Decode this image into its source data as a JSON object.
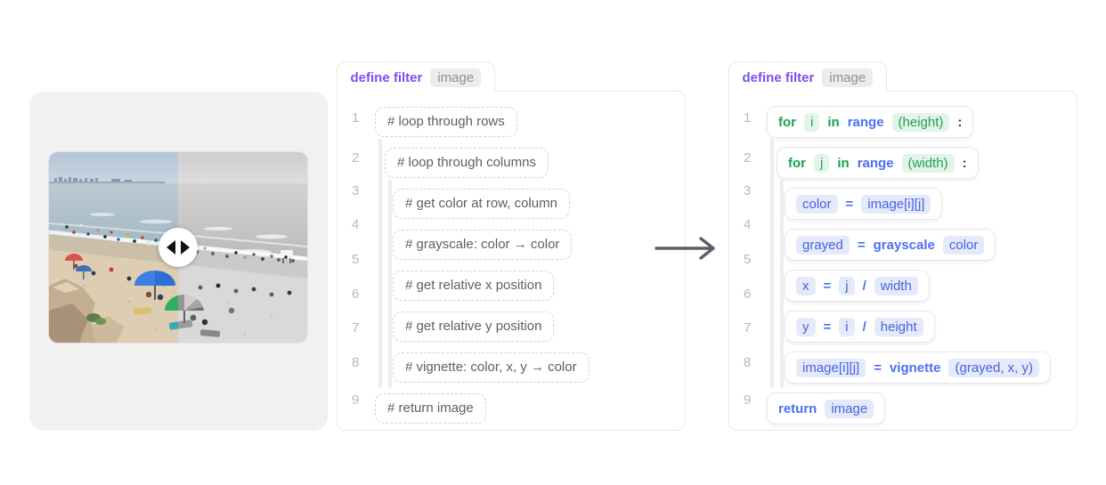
{
  "colors": {
    "accent_purple": "#7c4ef3",
    "keyword_green": "#18a24b",
    "code_blue": "#4c6ef5",
    "panel_border": "#e9e9ee",
    "comment_gray": "#5b6067",
    "preview_background": "#f1f1f2"
  },
  "image_compare": {
    "alt": "Beach photo shown in color on the left half and grayscale with vignette on the right half",
    "handle_icon": "compare-arrows-icon"
  },
  "arrow_icon": "right-arrow",
  "pseudocode_panel": {
    "tab": {
      "title": "define filter",
      "param": "image"
    },
    "line_numbers": [
      "1",
      "2",
      "3",
      "4",
      "5",
      "6",
      "7",
      "8",
      "9"
    ],
    "blocks": [
      {
        "text": "# loop through rows"
      },
      {
        "text": "# loop through columns"
      },
      {
        "text": "# get color at row, column"
      },
      {
        "text": "# grayscale: color → color"
      },
      {
        "text": "# get relative x position"
      },
      {
        "text": "# get relative y position"
      },
      {
        "text": "# vignette: color, x, y → color"
      },
      {
        "text": "# return image"
      }
    ]
  },
  "code_panel": {
    "tab": {
      "title": "define filter",
      "param": "image"
    },
    "line_numbers": [
      "1",
      "2",
      "3",
      "4",
      "5",
      "6",
      "7",
      "8",
      "9"
    ],
    "blocks": [
      {
        "tokens": [
          {
            "t": "for"
          },
          {
            "t": "i"
          },
          {
            "t": "in"
          },
          {
            "t": "range"
          },
          {
            "t": "(height)"
          },
          {
            "t": ":"
          }
        ]
      },
      {
        "tokens": [
          {
            "t": "for"
          },
          {
            "t": "j"
          },
          {
            "t": "in"
          },
          {
            "t": "range"
          },
          {
            "t": "(width)"
          },
          {
            "t": ":"
          }
        ]
      },
      {
        "tokens": [
          {
            "t": "color"
          },
          {
            "t": "="
          },
          {
            "t": "image[i][j]"
          }
        ]
      },
      {
        "tokens": [
          {
            "t": "grayed"
          },
          {
            "t": "="
          },
          {
            "t": "grayscale"
          },
          {
            "t": "color"
          }
        ]
      },
      {
        "tokens": [
          {
            "t": "x"
          },
          {
            "t": "="
          },
          {
            "t": "j"
          },
          {
            "t": "/"
          },
          {
            "t": "width"
          }
        ]
      },
      {
        "tokens": [
          {
            "t": "y"
          },
          {
            "t": "="
          },
          {
            "t": "i"
          },
          {
            "t": "/"
          },
          {
            "t": "height"
          }
        ]
      },
      {
        "tokens": [
          {
            "t": "image[i][j]"
          },
          {
            "t": "="
          },
          {
            "t": "vignette"
          },
          {
            "t": "(grayed, x, y)"
          }
        ]
      },
      {
        "tokens": [
          {
            "t": "return"
          },
          {
            "t": "image"
          }
        ]
      }
    ]
  }
}
